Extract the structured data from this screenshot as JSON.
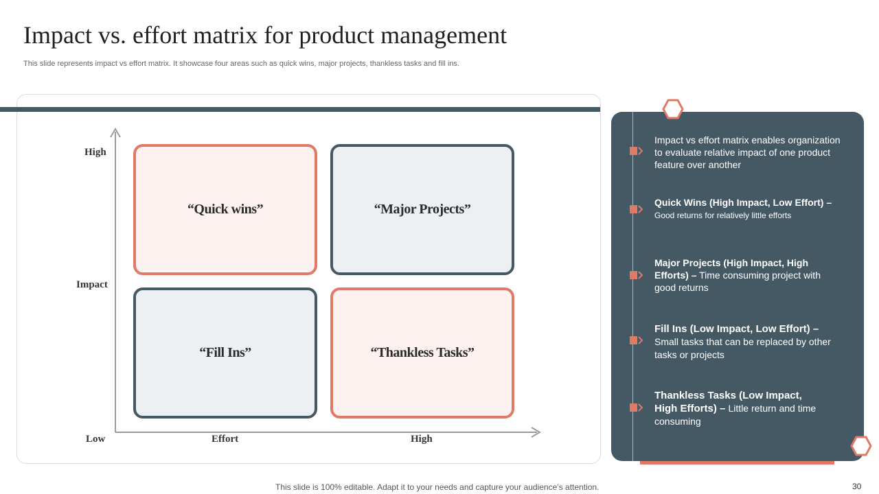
{
  "title": "Impact vs. effort matrix for product management",
  "subtitle": "This slide represents impact vs effort matrix. It showcase four areas such as quick wins, major projects, thankless tasks and fill ins.",
  "colors": {
    "coral": "#e07a67",
    "slate": "#455965",
    "coral_fill": "#fdf2f0",
    "slate_fill": "#edf0f3"
  },
  "axes": {
    "y_high": "High",
    "y_label": "Impact",
    "origin": "Low",
    "x_label": "Effort",
    "x_high": "High"
  },
  "quadrants": [
    {
      "label": "“Quick wins”",
      "style": "coral"
    },
    {
      "label": "“Major Projects”",
      "style": "slate"
    },
    {
      "label": "“Fill Ins”",
      "style": "slate"
    },
    {
      "label": "“Thankless Tasks”",
      "style": "coral"
    }
  ],
  "panel": {
    "items": [
      {
        "head": "",
        "body": "Impact vs effort matrix enables organization to evaluate relative impact of one product feature over another"
      },
      {
        "head": "Quick Wins (High Impact, Low Effort) –",
        "body": "Good returns for relatively little efforts"
      },
      {
        "head": "Major Projects (High Impact, High Efforts) –",
        "body": "Time consuming project with good returns"
      },
      {
        "head": "Fill Ins (Low Impact, Low Effort) –",
        "body": "Small tasks that can be replaced by other tasks or projects"
      },
      {
        "head": "Thankless Tasks (Low Impact, High Efforts) –",
        "body": "Little return and time consuming"
      }
    ]
  },
  "footer": "This slide is 100% editable. Adapt it to your needs and capture your audience’s attention.",
  "page_number": "30"
}
